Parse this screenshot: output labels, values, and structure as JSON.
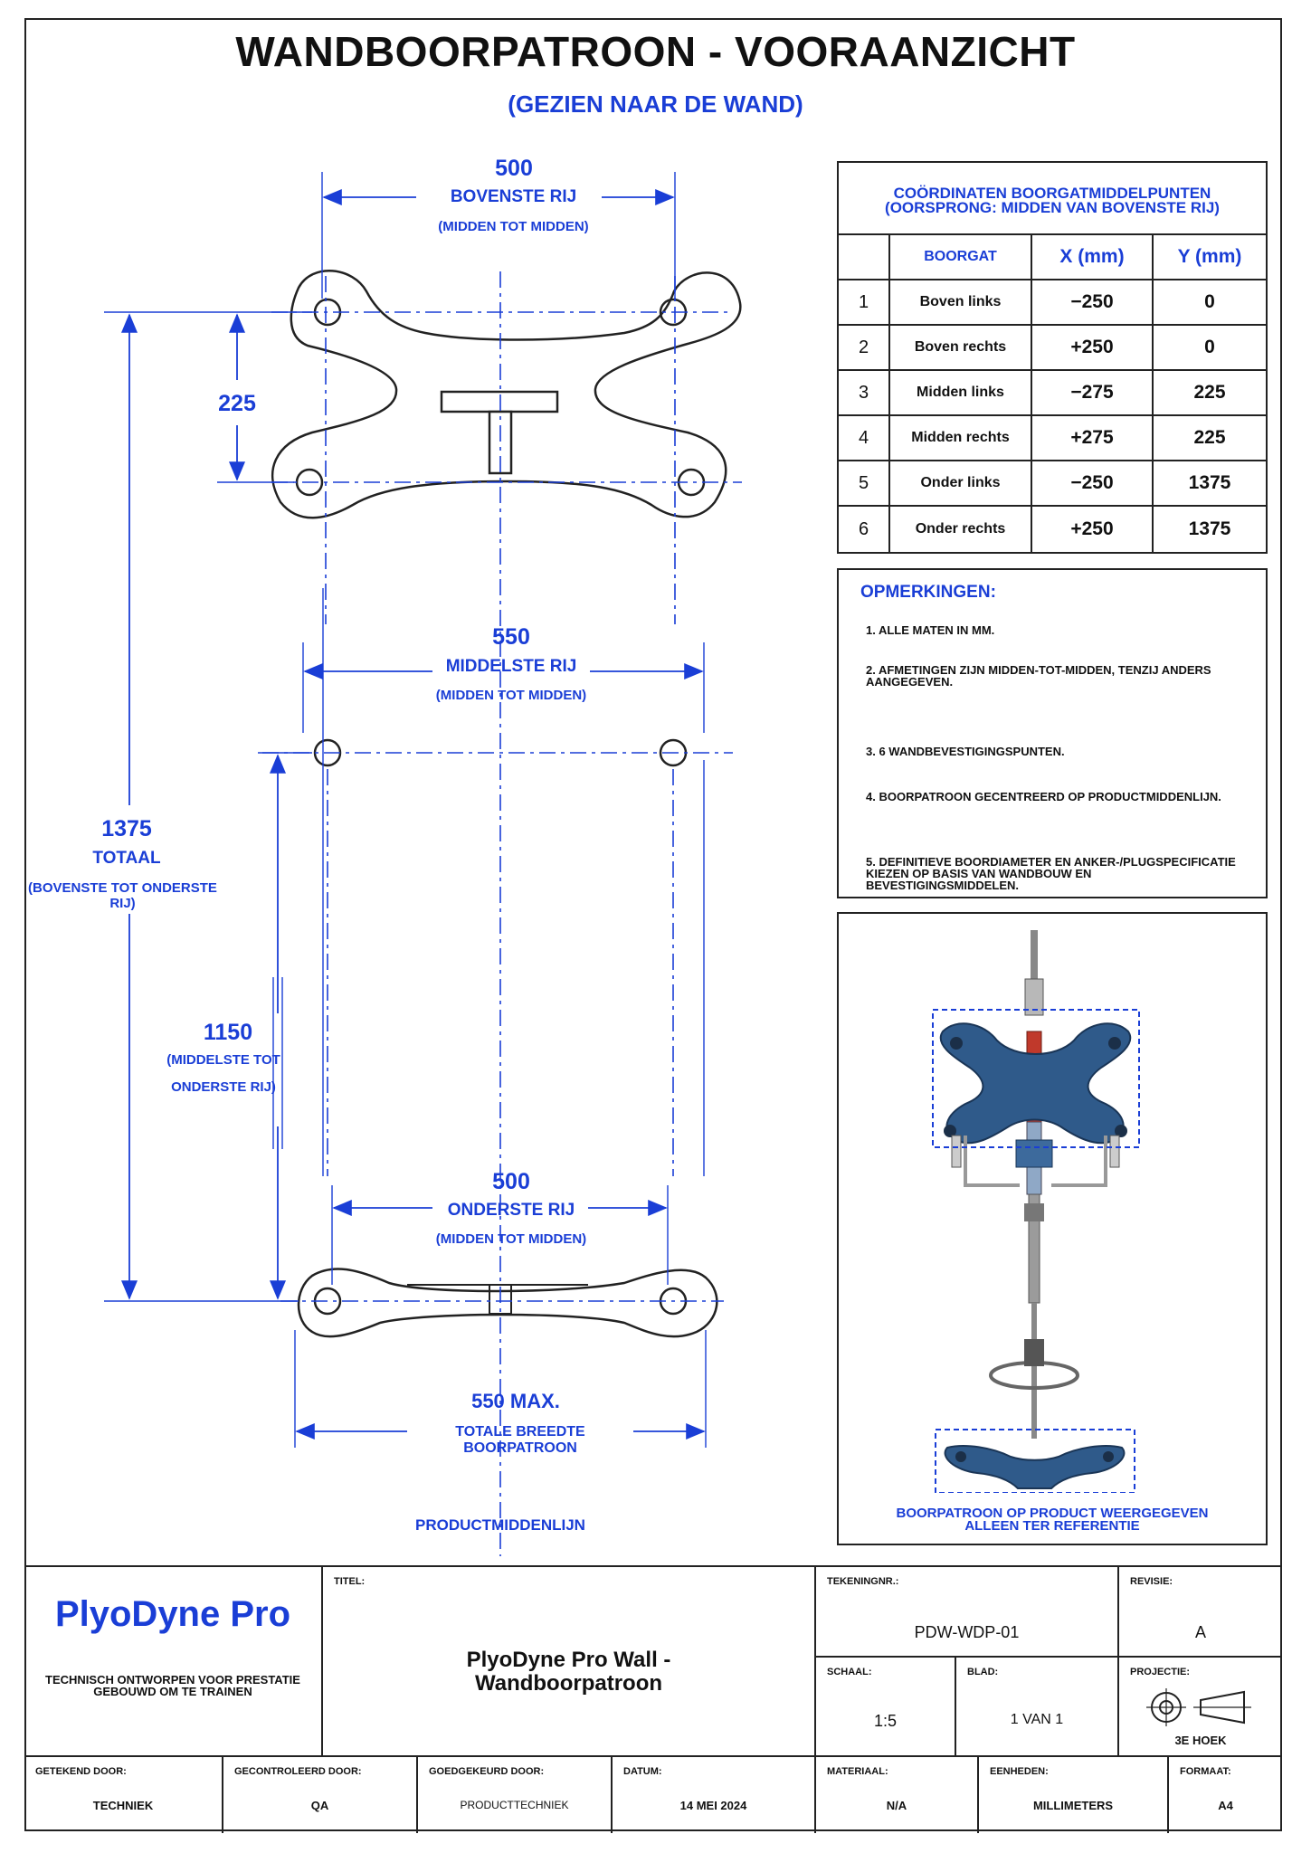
{
  "header": {
    "title": "WANDBOORPATROON - VOORAANZICHT",
    "subtitle": "(GEZIEN NAAR DE WAND)"
  },
  "drawing": {
    "top_row": {
      "value": "500",
      "label": "BOVENSTE RIJ",
      "note": "(MIDDEN TOT MIDDEN)"
    },
    "vertical_225": "225",
    "middle_row": {
      "value": "550",
      "label": "MIDDELSTE RIJ",
      "note": "(MIDDEN TOT MIDDEN)"
    },
    "total_1375": {
      "value": "1375",
      "label": "TOTAAL",
      "note": "(BOVENSTE TOT ONDERSTE RIJ)"
    },
    "mid_1150": {
      "value": "1150",
      "label": "(MIDDELSTE TOT",
      "label2": "ONDERSTE RIJ)"
    },
    "bottom_row": {
      "value": "500",
      "label": "ONDERSTE RIJ",
      "note": "(MIDDEN TOT MIDDEN)"
    },
    "overall": {
      "value": "550 MAX.",
      "label": "TOTALE BREEDTE BOORPATROON"
    },
    "centerline": "PRODUCTMIDDENLIJN"
  },
  "table": {
    "title_line1": "COÖRDINATEN BOORGATMIDDELPUNTEN",
    "title_line2": "(OORSPRONG: MIDDEN VAN BOVENSTE RIJ)",
    "col_hole": "BOORGAT",
    "col_x": "X (mm)",
    "col_y": "Y (mm)",
    "rows": [
      {
        "n": "1",
        "name": "Boven links",
        "x": "−250",
        "y": "0"
      },
      {
        "n": "2",
        "name": "Boven rechts",
        "x": "+250",
        "y": "0"
      },
      {
        "n": "3",
        "name": "Midden links",
        "x": "−275",
        "y": "225"
      },
      {
        "n": "4",
        "name": "Midden rechts",
        "x": "+275",
        "y": "225"
      },
      {
        "n": "5",
        "name": "Onder links",
        "x": "−250",
        "y": "1375"
      },
      {
        "n": "6",
        "name": "Onder rechts",
        "x": "+250",
        "y": "1375"
      }
    ]
  },
  "notes": {
    "title": "OPMERKINGEN:",
    "items": [
      "1. ALLE MATEN IN MM.",
      "2. AFMETINGEN ZIJN MIDDEN-TOT-MIDDEN, TENZIJ ANDERS AANGEGEVEN.",
      "3. 6 WANDBEVESTIGINGSPUNTEN.",
      "4. BOORPATROON GECENTREERD OP PRODUCTMIDDENLIJN.",
      "5. DEFINITIEVE BOORDIAMETER EN ANKER-/PLUGSPECIFICATIE KIEZEN OP BASIS VAN WANDBOUW EN BEVESTIGINGSMIDDELEN."
    ]
  },
  "reference": {
    "caption1": "BOORPATROON OP PRODUCT WEERGEGEVEN",
    "caption2": "ALLEEN TER REFERENTIE"
  },
  "titleblock": {
    "brand": "PlyoDyne Pro",
    "tagline1": "TECHNISCH ONTWORPEN VOOR PRESTATIE",
    "tagline2": "GEBOUWD OM TE TRAINEN",
    "title_label": "TITEL:",
    "title_value1": "PlyoDyne Pro Wall -",
    "title_value2": "Wandboorpatroon",
    "drawing_no_label": "TEKENINGNR.:",
    "drawing_no": "PDW-WDP-01",
    "revision_label": "REVISIE:",
    "revision": "A",
    "scale_label": "SCHAAL:",
    "scale": "1:5",
    "sheet_label": "BLAD:",
    "sheet": "1 VAN 1",
    "projection_label": "PROJECTIE:",
    "projection": "3E HOEK",
    "drawn_label": "GETEKEND DOOR:",
    "drawn": "TECHNIEK",
    "checked_label": "GECONTROLEERD DOOR:",
    "checked": "QA",
    "approved_label": "GOEDGEKEURD DOOR:",
    "approved": "PRODUCTTECHNIEK",
    "date_label": "DATUM:",
    "date": "14 MEI 2024",
    "material_label": "MATERIAAL:",
    "material": "N/A",
    "units_label": "EENHEDEN:",
    "units": "MILLIMETERS",
    "format_label": "FORMAAT:",
    "format": "A4"
  },
  "colors": {
    "accent": "#1a3ed6",
    "line": "#222222"
  }
}
